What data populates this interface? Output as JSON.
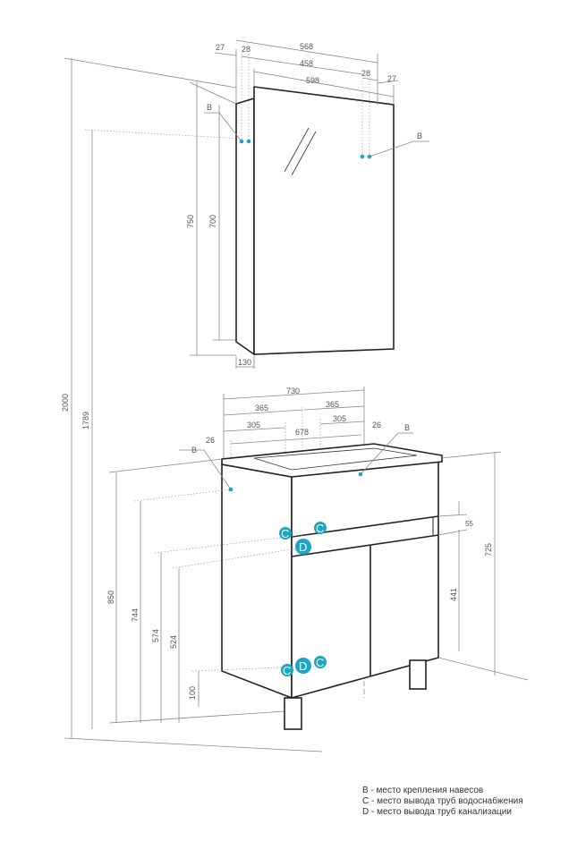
{
  "mirror_cabinet": {
    "widths": [
      "568",
      "458",
      "598"
    ],
    "offsets": [
      "27",
      "28",
      "28",
      "27"
    ],
    "heights": [
      "750",
      "700"
    ],
    "depth": "130",
    "labels": [
      "B",
      "B"
    ]
  },
  "vanity": {
    "widths": [
      "730",
      "365",
      "365",
      "305",
      "305",
      "678"
    ],
    "offsets": [
      "26",
      "26"
    ],
    "heights_left": [
      "850",
      "744",
      "574",
      "524",
      "100"
    ],
    "heights_right": [
      "725",
      "441",
      "55"
    ],
    "labels": [
      "B",
      "C",
      "C",
      "D",
      "C",
      "D",
      "C"
    ]
  },
  "overall": {
    "heights": [
      "2000",
      "1789"
    ]
  },
  "legend": [
    "B - место крепления навесов",
    "C - место вывода труб водоснабжения",
    "D - место вывода труб канализации"
  ],
  "colors": {
    "marker": "#1aa5c5"
  }
}
